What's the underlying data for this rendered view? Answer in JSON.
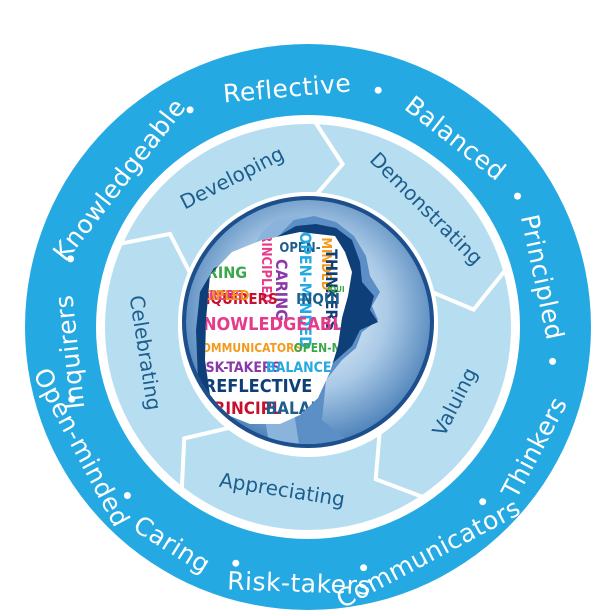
{
  "colors": {
    "outer_ring": "#25a9e2",
    "ring_border": "#1a8fc9",
    "segments": "#b6def0",
    "segment_text": "#1d5e8e",
    "center_dark": "#0f3f78",
    "center_light": "#6fa2cf"
  },
  "outer_ring": {
    "words": [
      "Inquirers",
      "Knowledgeable",
      "Reflective",
      "Balanced",
      "Principled",
      "Thinkers",
      "Communicators",
      "Risk-takers",
      "Caring",
      "Open-minded"
    ]
  },
  "segments": [
    "Developing",
    "Demonstrating",
    "Valuing",
    "Appreciating",
    "Celebrating"
  ],
  "word_cloud": {
    "words": [
      "OPEN-",
      "PRINCIPLED",
      "ERING",
      "CARING",
      "MINDED",
      "OPEN-MINDED",
      "THINKERS",
      "INQUIRERS",
      "KNOWLEDGEABLE",
      "COMMUNICATORS",
      "OPEN-MI",
      "RISK-TAKERS",
      "BALANCED",
      "REFLECTIVE",
      "PRINCIPL",
      "BALANC",
      "IRERS",
      "ICIPLED",
      "IQUI",
      "INQUI"
    ]
  }
}
